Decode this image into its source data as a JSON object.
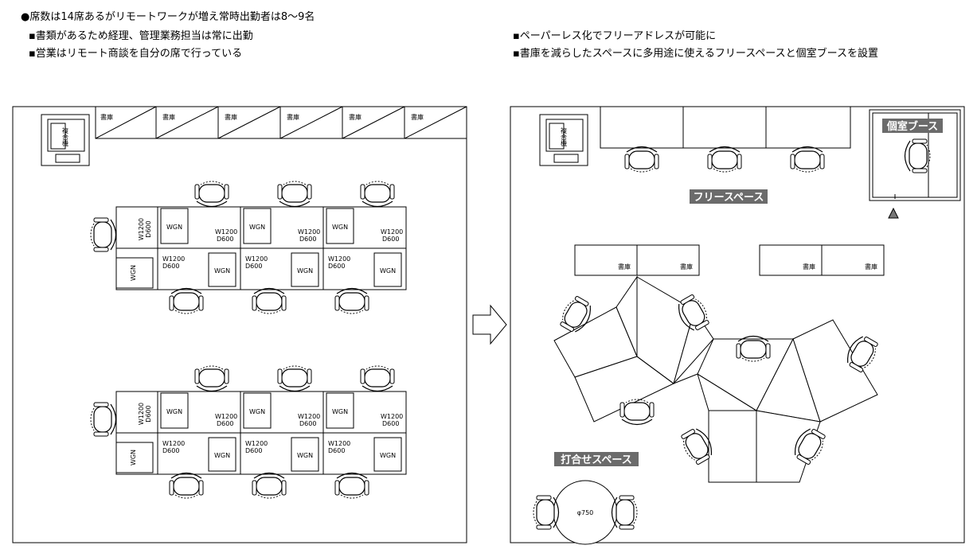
{
  "notes": {
    "headline": "●席数は14席あるがリモートワークが増え常時出勤者は8～9名",
    "left_1": "▪書類があるため経理、管理業務担当は常に出勤",
    "left_2": "▪営業はリモート商談を自分の席で行っている",
    "right_1": "▪ペーパーレス化でフリーアドレスが可能に",
    "right_2": "▪書庫を減らしたスペースに多用途に使えるフリースペースと個室ブースを設置"
  },
  "labels": {
    "shelf": "書庫",
    "wgn": "WGN",
    "desk_w": "W1200",
    "desk_d": "D600",
    "copier": "複合機",
    "private_booth": "個室ブース",
    "free_space": "フリースペース",
    "meeting_space": "打合せスペース",
    "round_table": "φ750"
  }
}
